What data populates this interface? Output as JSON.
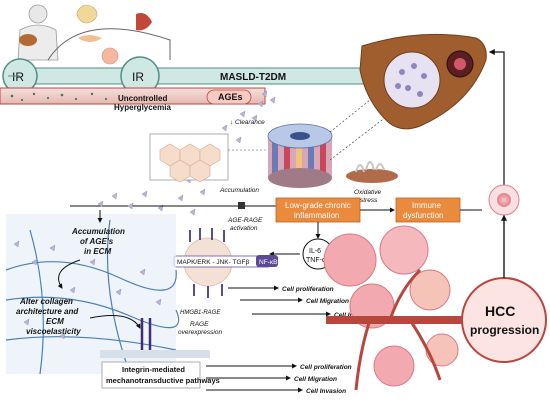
{
  "labels": {
    "ir_left": "IR",
    "ir_center": "IR",
    "uncontrolled": "Uncontrolled",
    "hyperglycemia": "Hyperglycemia",
    "masld": "MASLD-T2DM",
    "ages": "AGEs",
    "clearance": "↓ Clearance",
    "accumulation": "Accumulation",
    "oxidative_1": "Oxidative",
    "oxidative_2": "stress",
    "lowgrade_1": "Low-grade chronic",
    "lowgrade_2": "inflammation",
    "immune_1": "Immune",
    "immune_2": "dysfunction",
    "il6": "IL-6",
    "tnf": "TNF-α",
    "age_rage_1": "AGE-RAGE",
    "age_rage_2": "activation",
    "pathways": "MAPK/ERK - JNK- TGFβ",
    "nfkb": "NF-κB",
    "accum_ecm_1": "Accumulation",
    "accum_ecm_2": "of AGE's",
    "accum_ecm_3": "in ECM",
    "alter_1": "Alter collagen",
    "alter_2": "architecture and",
    "alter_3": "ECM",
    "alter_4": "viscoelasticity",
    "cell_prolif_1": "Cell proliferation",
    "cell_migr_1": "Cell Migration",
    "cell_inv_1": "Cell  Invasion",
    "hmgb1": "HMGB1-RAGE",
    "rage_1": "RAGE",
    "rage_2": "overexpression",
    "integrin_1": "Integrin-mediated",
    "integrin_2": "mechanotransductive pathways",
    "cell_prolif_2": "Cell proliferation",
    "cell_migr_2": "Cell Migration",
    "cell_inv_2": "Cell  Invasion",
    "hcc_1": "HCC",
    "hcc_2": "progression"
  },
  "colors": {
    "orange": "#e98a3c",
    "teal_band": "#cfe8e3",
    "teal_stroke": "#4f8f86",
    "vessel_red": "#b8463d",
    "liver": "#9a5a2c",
    "tumor_pink": "#f2aab0",
    "triangle": "#b9b3d6",
    "ecm_blue": "#cfe0f0"
  }
}
